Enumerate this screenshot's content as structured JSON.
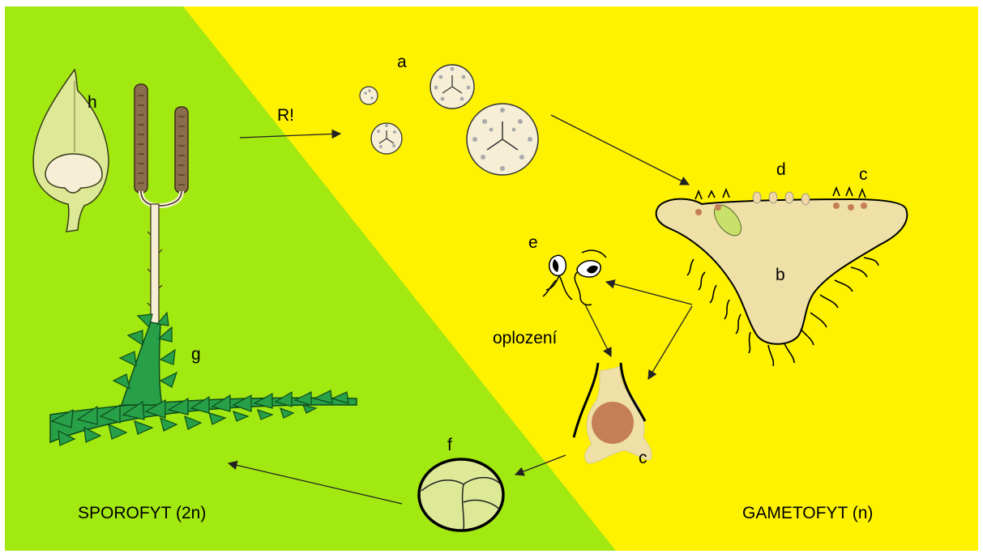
{
  "colors": {
    "sporophyte_bg": "#a2e811",
    "gametophyte_bg": "#fef200",
    "spore_fill": "#f6efd6",
    "prothallus_fill": "#eee0a6",
    "moss_green": "#27a047",
    "zygote_fill": "#dde996",
    "archegonium_egg": "#c57f57"
  },
  "labels": {
    "a": "a",
    "b": "b",
    "c_top": "c",
    "c_bottom": "c",
    "d": "d",
    "e": "e",
    "f": "f",
    "g": "g",
    "h": "h",
    "meiosis": "R!",
    "fertilization": "oplození"
  },
  "phases": {
    "sporophyte": "SPOROFYT (2n)",
    "gametophyte": "GAMETOFYT (n)"
  }
}
